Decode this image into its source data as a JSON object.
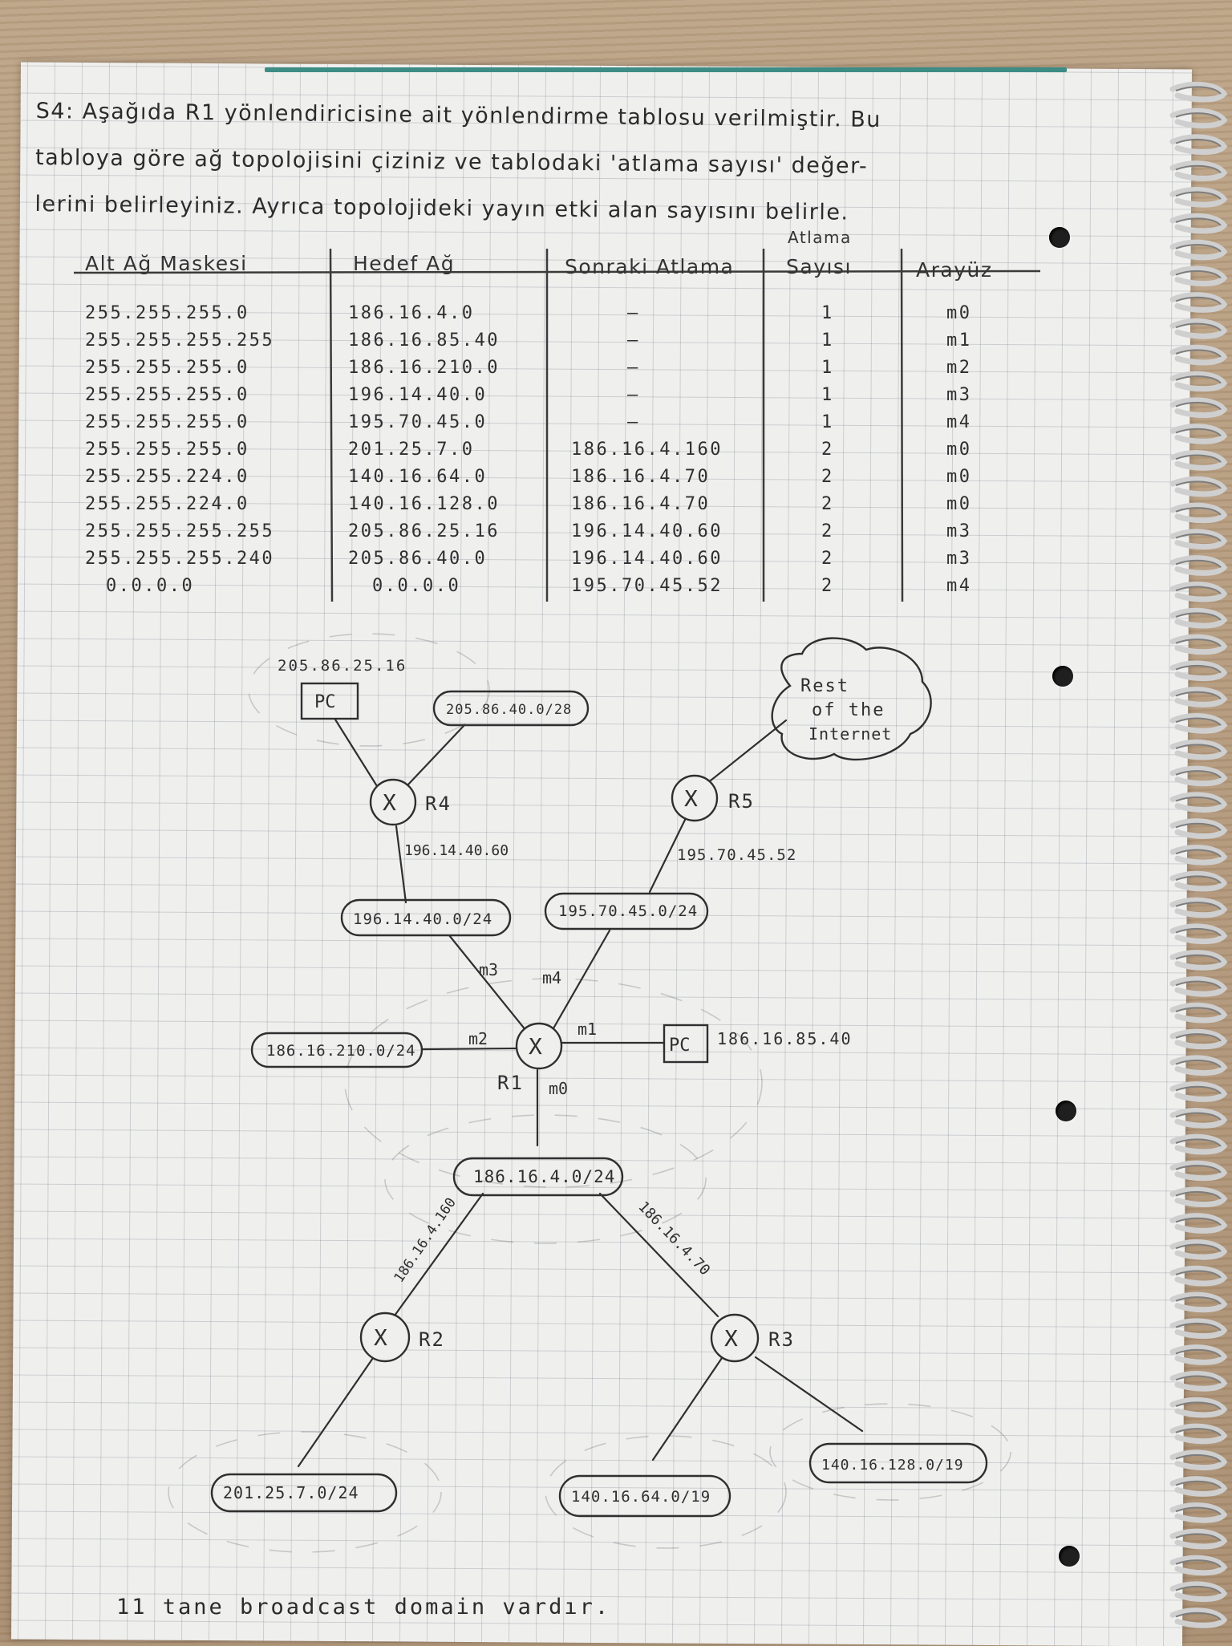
{
  "question": {
    "line1": "S4: Aşağıda R1 yönlendiricisine ait yönlendirme tablosu verilmiştir. Bu",
    "line2": "tabloya göre ağ topolojisini çiziniz ve tablodaki 'atlama sayısı' değer-",
    "line3": "lerini belirleyiniz. Ayrıca topolojideki yayın etki alan sayısını belirle."
  },
  "table": {
    "headers": {
      "mask": "Alt Ağ Maskesi",
      "dest": "Hedef Ağ",
      "next": "Sonraki Atlama",
      "hops_top": "Atlama",
      "hops": "Sayısı",
      "iface": "Arayüz"
    },
    "rows": [
      {
        "mask": "255.255.255.0",
        "dest": "186.16.4.0",
        "next": "—",
        "hops": "1",
        "iface": "m0"
      },
      {
        "mask": "255.255.255.255",
        "dest": "186.16.85.40",
        "next": "—",
        "hops": "1",
        "iface": "m1"
      },
      {
        "mask": "255.255.255.0",
        "dest": "186.16.210.0",
        "next": "—",
        "hops": "1",
        "iface": "m2"
      },
      {
        "mask": "255.255.255.0",
        "dest": "196.14.40.0",
        "next": "—",
        "hops": "1",
        "iface": "m3"
      },
      {
        "mask": "255.255.255.0",
        "dest": "195.70.45.0",
        "next": "—",
        "hops": "1",
        "iface": "m4"
      },
      {
        "mask": "255.255.255.0",
        "dest": "201.25.7.0",
        "next": "186.16.4.160",
        "hops": "2",
        "iface": "m0"
      },
      {
        "mask": "255.255.224.0",
        "dest": "140.16.64.0",
        "next": "186.16.4.70",
        "hops": "2",
        "iface": "m0"
      },
      {
        "mask": "255.255.224.0",
        "dest": "140.16.128.0",
        "next": "186.16.4.70",
        "hops": "2",
        "iface": "m0"
      },
      {
        "mask": "255.255.255.255",
        "dest": "205.86.25.16",
        "next": "196.14.40.60",
        "hops": "2",
        "iface": "m3"
      },
      {
        "mask": "255.255.255.240",
        "dest": "205.86.40.0",
        "next": "196.14.40.60",
        "hops": "2",
        "iface": "m3"
      },
      {
        "mask": "0.0.0.0",
        "dest": "0.0.0.0",
        "next": "195.70.45.52",
        "hops": "2",
        "iface": "m4"
      }
    ]
  },
  "diagram": {
    "pc_top_ip": "205.86.25.16",
    "pc_label": "PC",
    "net_r4": "205.86.40.0/28",
    "cloud_lines": [
      "Rest",
      "of the",
      "Internet"
    ],
    "r4": "R4",
    "r5": "R5",
    "r4_ip": "196.14.40.60",
    "r5_ip": "195.70.45.52",
    "net_m3": "196.14.40.0/24",
    "net_m4": "195.70.45.0/24",
    "if_m3": "m3",
    "if_m4": "m4",
    "if_m2": "m2",
    "if_m1": "m1",
    "if_m0": "m0",
    "r1": "R1",
    "net_m2": "186.16.210.0/24",
    "pc_right_ip": "186.16.85.40",
    "net_m0": "186.16.4.0/24",
    "r2_ip": "186.16.4.160",
    "r3_ip": "186.16.4.70",
    "r2": "R2",
    "r3": "R3",
    "net_r2": "201.25.7.0/24",
    "net_r3a": "140.16.64.0/19",
    "net_r3b": "140.16.128.0/19",
    "router_symbol": "X"
  },
  "answer": "11 tane broadcast domain vardır."
}
